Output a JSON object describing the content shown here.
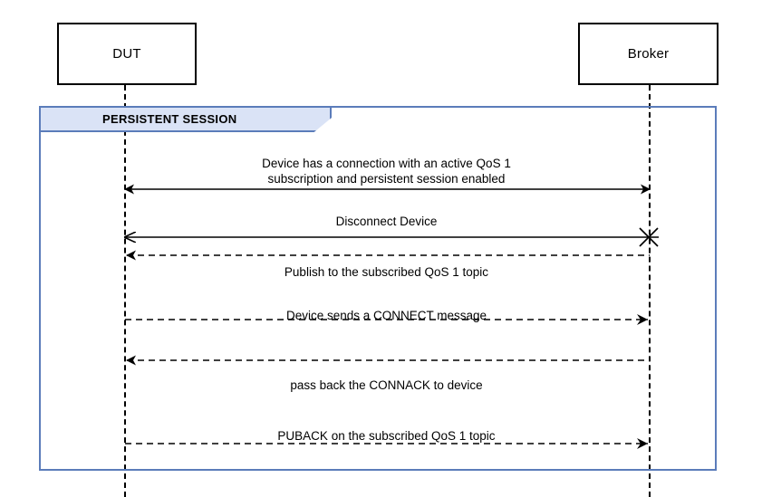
{
  "diagram": {
    "type": "uml-sequence-diagram",
    "background_color": "#ffffff",
    "line_color": "#000000"
  },
  "participants": [
    {
      "id": "dut",
      "label": "DUT"
    },
    {
      "id": "broker",
      "label": "Broker"
    }
  ],
  "fragment": {
    "label": "PERSISTENT SESSION",
    "border_color": "#5b7cba",
    "header_fill": "#dae3f6"
  },
  "messages": [
    {
      "id": "m1",
      "label": "Device has a connection with an active QoS 1 subscription and persistent session enabled",
      "line_1": "Device has a connection with an active QoS 1",
      "line_2": "subscription and persistent session enabled",
      "style": "solid",
      "direction": "bidirectional",
      "from": "dut",
      "to": "broker"
    },
    {
      "id": "m2",
      "label": "Disconnect Device",
      "style": "solid",
      "direction": "right-to-left",
      "from": "broker",
      "to": "dut",
      "destroy_marker": true
    },
    {
      "id": "m3",
      "label": "Publish to the subscribed QoS 1 topic",
      "style": "dashed",
      "direction": "right-to-left",
      "from": "broker",
      "to": "dut"
    },
    {
      "id": "m4",
      "label": "Device sends a CONNECT message",
      "style": "dashed",
      "direction": "left-to-right",
      "from": "dut",
      "to": "broker"
    },
    {
      "id": "m5",
      "label": "pass back the CONNACK to device",
      "style": "dashed",
      "direction": "right-to-left",
      "from": "broker",
      "to": "dut"
    },
    {
      "id": "m6",
      "label": "PUBACK on the subscribed QoS 1 topic",
      "style": "dashed",
      "direction": "left-to-right",
      "from": "dut",
      "to": "broker"
    }
  ]
}
